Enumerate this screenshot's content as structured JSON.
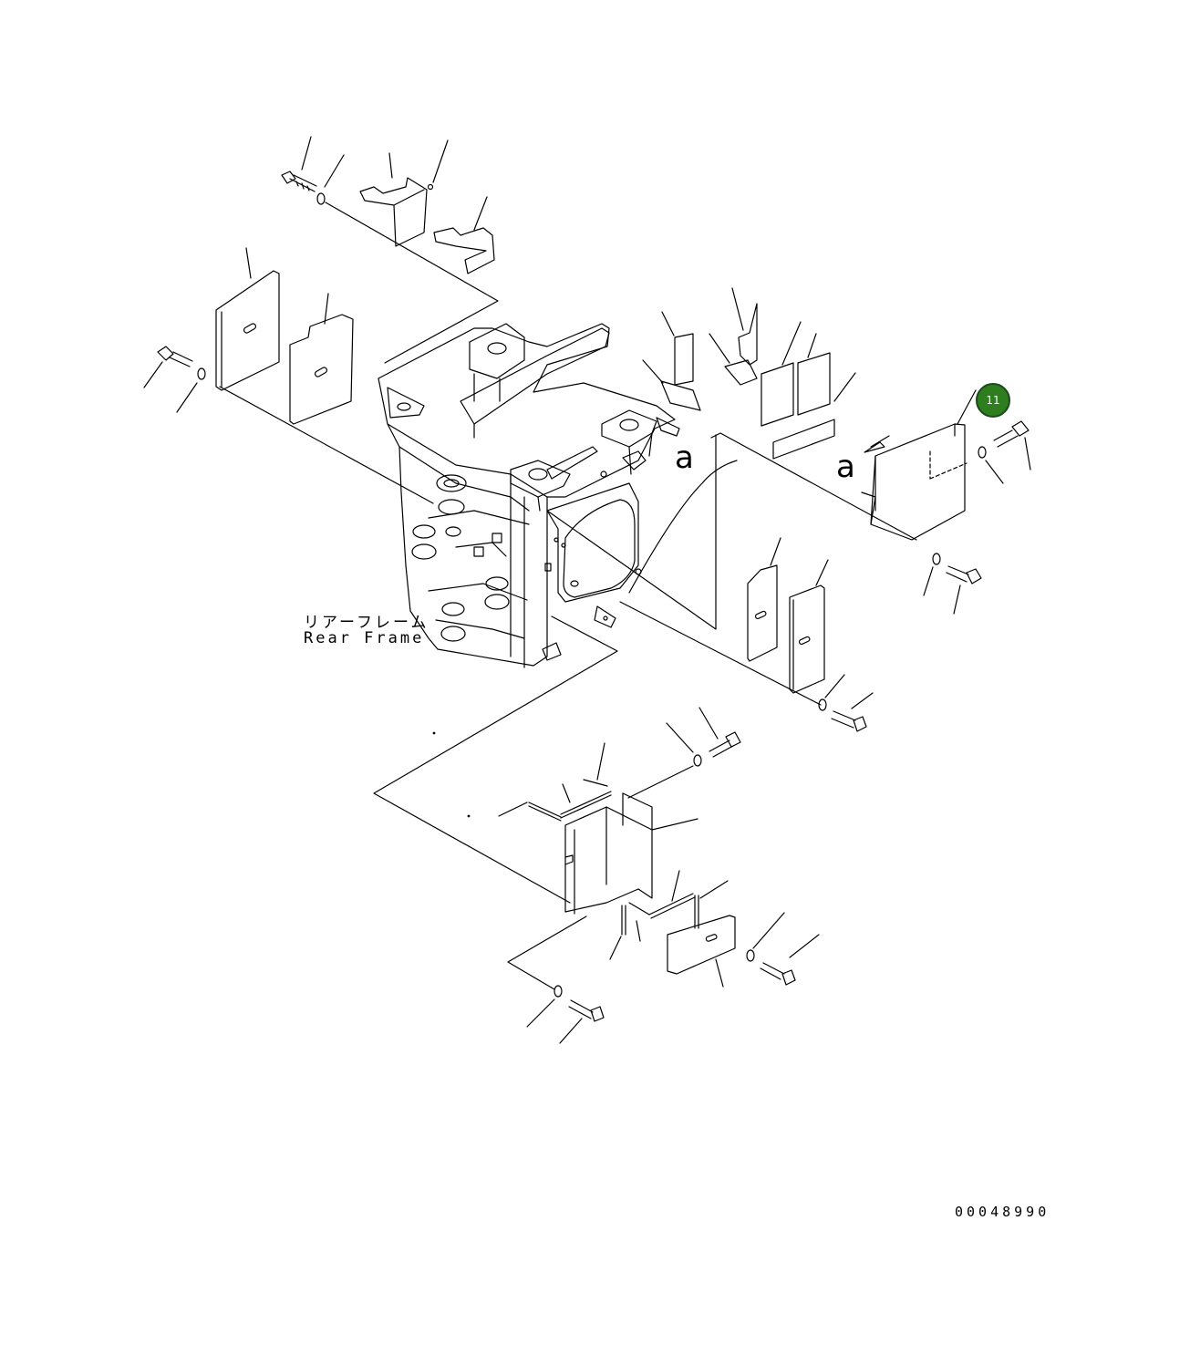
{
  "diagram": {
    "part_label_jp": "リアーフレーム",
    "part_label_en": "Rear Frame",
    "reference_mark_1": "a",
    "reference_mark_2": "a",
    "drawing_number": "00048990",
    "callout": {
      "number": "11",
      "fill_color": "#2e7d1e",
      "text_color": "#ffffff"
    },
    "line_color": "#000000",
    "background_color": "#ffffff"
  }
}
